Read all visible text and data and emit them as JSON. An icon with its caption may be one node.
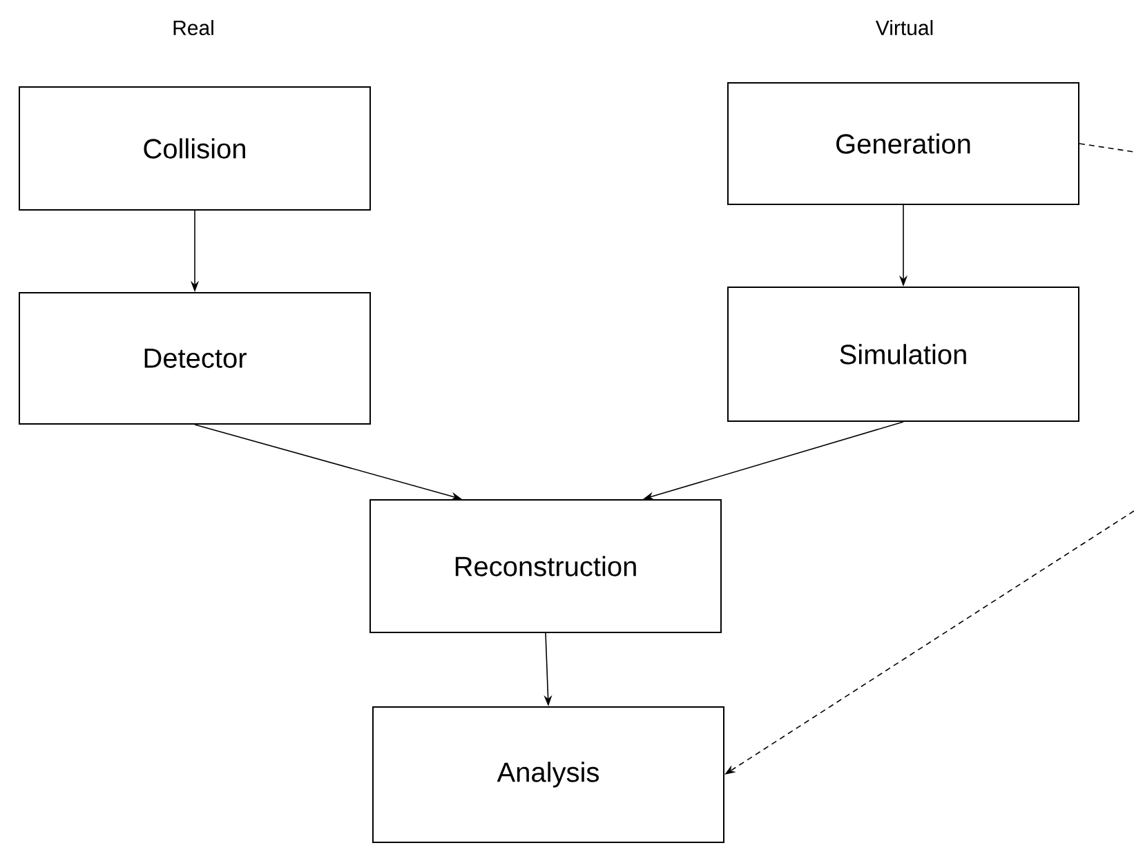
{
  "diagram": {
    "nodes": [
      {
        "text": [
          "Collision"
        ]
      },
      {
        "text": [
          "Generation"
        ]
      },
      {
        "text": [
          "Detector"
        ]
      },
      {
        "text": [
          "Simulation"
        ]
      },
      {
        "text": [
          "Reconstruction"
        ]
      },
      {
        "text": [
          "Analysis"
        ]
      }
    ],
    "edges": [
      {
        "from": 0,
        "to": 2,
        "arrow": "to"
      },
      {
        "from": 1,
        "to": 3,
        "arrow": "to"
      },
      {
        "from": 2,
        "to": 4,
        "arrow": "to"
      },
      {
        "from": 3,
        "to": 4,
        "arrow": "to"
      },
      {
        "from": 4,
        "to": 5,
        "arrow": "to"
      },
      {
        "from": 1,
        "to": null,
        "arrow": "none",
        "style": "dashed"
      },
      {
        "from": null,
        "to": 5,
        "arrow": "to",
        "style": "dashed"
      }
    ],
    "labels": [
      "Real",
      "Virtual"
    ]
  }
}
